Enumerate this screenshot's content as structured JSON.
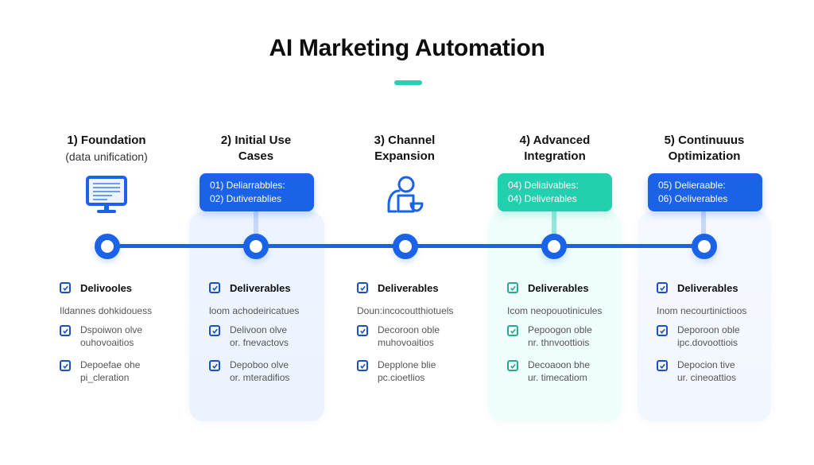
{
  "title": "AI Marketing Automation",
  "colors": {
    "primary_blue": "#1a63e8",
    "teal": "#22cfae",
    "title_accent": "#2dcfb4",
    "text": "#111111"
  },
  "stages": [
    {
      "title": "1) Foundation",
      "subtitle": "(data unification)",
      "icon": "monitor-icon",
      "pill": null,
      "checklist": {
        "heading": "Delivooles",
        "note": "Ildannes dohkidouess",
        "items": [
          "Dspoiwon olve\nouhovoaitios",
          "Depoefae ohe\npi_cleration"
        ]
      }
    },
    {
      "title": "2) Initial Use",
      "subtitle": "Cases",
      "icon": null,
      "pill": {
        "style": "blue",
        "line1": "01)  Deliarrabbles:",
        "line2": "02)  Dutiverablies"
      },
      "checklist": {
        "heading": "Deliverables",
        "note": "loom achodeiricatues",
        "items": [
          "Delivoon olve\nor. fnevactovs",
          "Depoboo olve\nor. mteradifios"
        ]
      }
    },
    {
      "title": "3) Channel",
      "subtitle": "Expansion",
      "icon": "person-icon",
      "pill": null,
      "checklist": {
        "heading": "Deliverables",
        "note": "Doun:incocoutthiotuels",
        "items": [
          "Decoroon oble\nmuhovoaitios",
          "Depplone blie\npc.cioetlios"
        ]
      }
    },
    {
      "title": "4) Advanced",
      "subtitle": "Integration",
      "icon": null,
      "pill": {
        "style": "teal",
        "line1": "04)  Deliaivables:",
        "line2": "04)  Deliverables"
      },
      "checklist": {
        "heading": "Deliverables",
        "note": "Icom neopouotinicules",
        "items": [
          "Pepoogon oble\nnr. thnvoottiois",
          "Decoaoon bhe\nur. timecatiom"
        ]
      }
    },
    {
      "title": "5) Continuuus",
      "subtitle": "Optimization",
      "icon": null,
      "pill": {
        "style": "blue",
        "line1": "05)  Delieraable:",
        "line2": "06)  Oeliverables"
      },
      "checklist": {
        "heading": "Deliverables",
        "note": "Inom necourtinictioos",
        "items": [
          "Deporoon oble\nipc.dovoottiois",
          "Depocion tive\nur. cineoattios"
        ]
      }
    }
  ]
}
